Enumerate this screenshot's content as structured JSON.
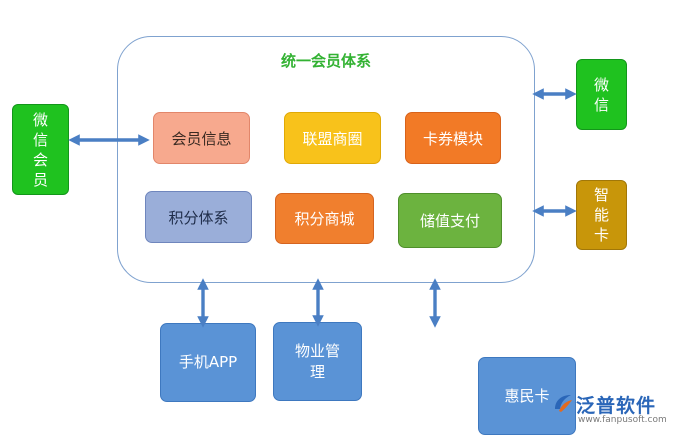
{
  "system": {
    "title": "统一会员体系"
  },
  "modules": {
    "member_info": "会员信息",
    "alliance_circle": "联盟商圈",
    "card_coupon": "卡券模块",
    "points_system": "积分体系",
    "points_mall": "积分商城",
    "stored_value_pay": "储值支付"
  },
  "left_node": [
    "微",
    "信",
    "会",
    "员"
  ],
  "right_nodes": {
    "wechat": [
      "微",
      "信"
    ],
    "smart_card": [
      "智",
      "能",
      "卡"
    ]
  },
  "bottom_nodes": {
    "mobile_app": "手机APP",
    "property_mgmt": [
      "物业管",
      "理"
    ],
    "huimin_card": "惠民卡"
  },
  "logo": {
    "name": "泛普软件",
    "url": "www.fanpusoft.com"
  },
  "colors": {
    "green": "#1fc21f",
    "gold": "#c8960a",
    "blue": "#5a93d6",
    "arrow": "#4a7fc4"
  }
}
